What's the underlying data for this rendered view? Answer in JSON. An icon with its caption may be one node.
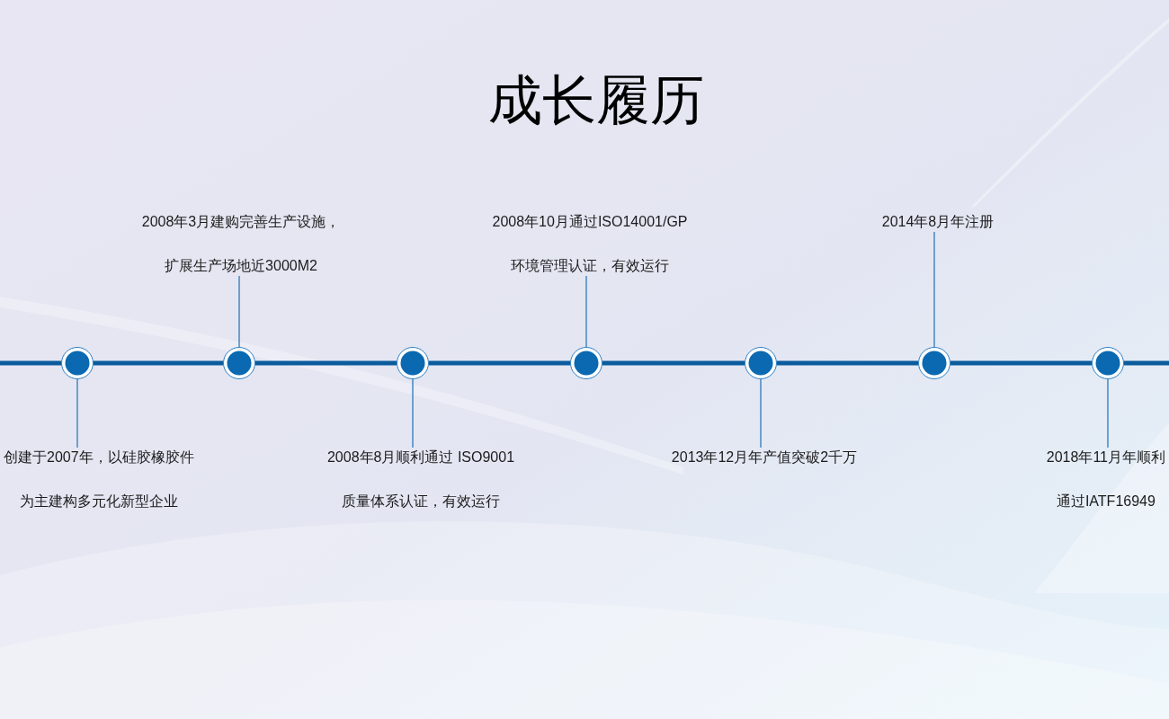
{
  "diagram": {
    "title": "成长履历",
    "nodes": [
      {
        "text": [
          "2008年3月建购完善生产设施，",
          "扩展生产场地近3000M2"
        ]
      },
      {
        "text": [
          "2008年10月通过ISO14001/GP",
          "环境管理认证，有效运行"
        ]
      },
      {
        "text": [
          "2014年8月年注册"
        ]
      },
      {
        "text": [],
        "shape": "circle"
      },
      {
        "text": [],
        "shape": "circle"
      },
      {
        "text": [],
        "shape": "circle"
      },
      {
        "text": [],
        "shape": "circle"
      },
      {
        "text": [],
        "shape": "circle"
      },
      {
        "text": [],
        "shape": "circle"
      },
      {
        "text": [],
        "shape": "circle"
      },
      {
        "text": [
          "创建于2007年，以硅胶橡胶件",
          "为主建构多元化新型企业"
        ]
      },
      {
        "text": [
          "2008年8月顺利通过 ISO9001",
          "质量体系认证，有效运行"
        ]
      },
      {
        "text": [
          "2013年12月年产值突破2千万"
        ]
      },
      {
        "text": [
          "2018年11月年顺利",
          "通过IATF16949"
        ]
      }
    ],
    "edges": [
      {
        "from": null,
        "to": 3,
        "arrow": "none"
      },
      {
        "from": 3,
        "to": 4,
        "arrow": "none"
      },
      {
        "from": 4,
        "to": 5,
        "arrow": "none"
      },
      {
        "from": 5,
        "to": 6,
        "arrow": "none"
      },
      {
        "from": 6,
        "to": 7,
        "arrow": "none"
      },
      {
        "from": 7,
        "to": 8,
        "arrow": "none"
      },
      {
        "from": 8,
        "to": 9,
        "arrow": "none"
      },
      {
        "from": 9,
        "to": null,
        "arrow": "none"
      },
      {
        "from": 10,
        "to": 3,
        "arrow": "none",
        "color": "#1f6fb5"
      },
      {
        "from": 0,
        "to": 4,
        "arrow": "none",
        "color": "#1f6fb5"
      },
      {
        "from": 11,
        "to": 5,
        "arrow": "none",
        "color": "#1f6fb5"
      },
      {
        "from": 1,
        "to": 6,
        "arrow": "none",
        "color": "#1f6fb5"
      },
      {
        "from": 12,
        "to": 7,
        "arrow": "none",
        "color": "#1f6fb5"
      },
      {
        "from": 2,
        "to": 8,
        "arrow": "none",
        "color": "#1f6fb5"
      },
      {
        "from": 13,
        "to": 9,
        "arrow": "none",
        "color": "#1f6fb5"
      }
    ]
  }
}
